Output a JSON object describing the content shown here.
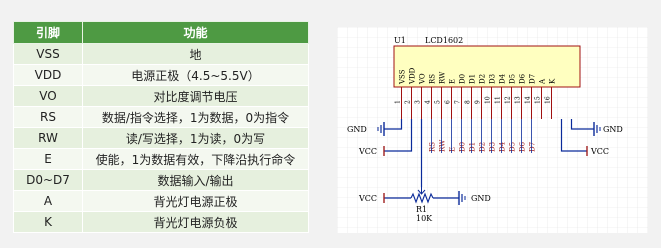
{
  "table": {
    "headers": [
      "引脚",
      "功能"
    ],
    "rows": [
      {
        "pin": "VSS",
        "func": "地"
      },
      {
        "pin": "VDD",
        "func": "电源正极（4.5~5.5V）"
      },
      {
        "pin": "VO",
        "func": "对比度调节电压"
      },
      {
        "pin": "RS",
        "func": "数据/指令选择，1为数据，0为指令"
      },
      {
        "pin": "RW",
        "func": "读/写选择，1为读，0为写"
      },
      {
        "pin": "E",
        "func": "使能，1为数据有效，下降沿执行命令"
      },
      {
        "pin": "D0~D7",
        "func": "数据输入/输出"
      },
      {
        "pin": "A",
        "func": "背光灯电源正极"
      },
      {
        "pin": "K",
        "func": "背光灯电源负极"
      }
    ]
  },
  "schematic": {
    "ref": "U1",
    "part": "LCD1602",
    "pin_names": [
      "VSS",
      "VDD",
      "VO",
      "RS",
      "RW",
      "E",
      "D0",
      "D1",
      "D2",
      "D3",
      "D4",
      "D5",
      "D6",
      "D7",
      "A",
      "K"
    ],
    "pin_numbers": [
      "1",
      "2",
      "3",
      "4",
      "5",
      "6",
      "7",
      "8",
      "9",
      "10",
      "11",
      "12",
      "13",
      "14",
      "15",
      "16"
    ],
    "net_labels": [
      "RS",
      "RW",
      "E",
      "D0",
      "D1",
      "D2",
      "D3",
      "D4",
      "D5",
      "D6",
      "D7"
    ],
    "gnd_left": "GND",
    "gnd_right": "GND",
    "vcc_left": "VCC",
    "vcc_right": "VCC",
    "vcc_pot": "VCC",
    "gnd_pot": "GND",
    "pot_ref": "R1",
    "pot_value": "10K",
    "colors": {
      "wire": "#0a2a9a",
      "net": "#a02020",
      "chip_fill": "#ffffc0",
      "chip_border": "#a01010",
      "header": "#4e9a43",
      "grid": "#d9d9d9"
    }
  }
}
